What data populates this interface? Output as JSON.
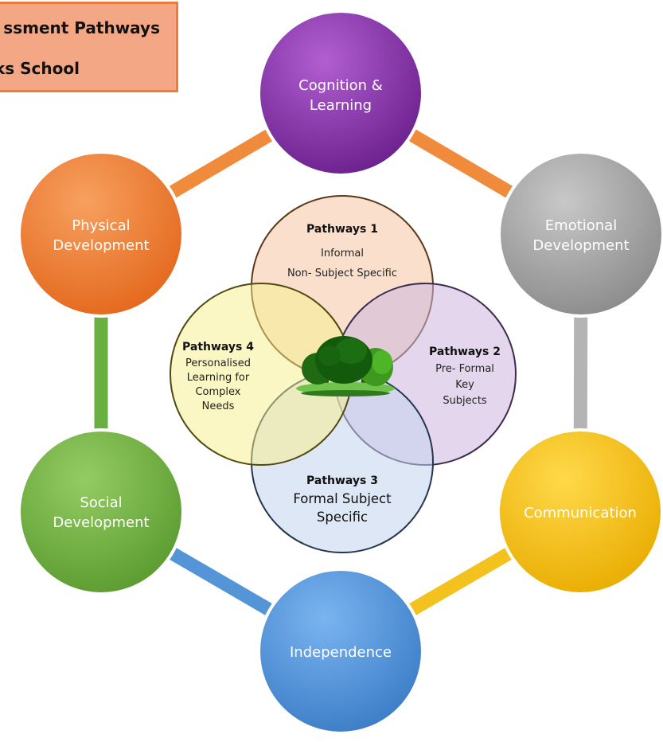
{
  "title": {
    "line1": "ssment Pathways",
    "line2": "ks School"
  },
  "outer_nodes": [
    {
      "lines": [
        "Cognition &",
        "Learning"
      ],
      "color": "#7a2b9c"
    },
    {
      "lines": [
        "Emotional",
        "Development"
      ],
      "color": "#9b9b9b"
    },
    {
      "lines": [
        "Communication"
      ],
      "color": "#f0bb10"
    },
    {
      "lines": [
        "Independence"
      ],
      "color": "#4a8fd6"
    },
    {
      "lines": [
        "Social",
        "Development"
      ],
      "color": "#6aa93b"
    },
    {
      "lines": [
        "Physical",
        "Development"
      ],
      "color": "#ee7a2e"
    }
  ],
  "pathways": [
    {
      "title": "Pathways 1",
      "lines": [
        "Informal",
        "Non- Subject Specific"
      ],
      "color": "#f6c7a2"
    },
    {
      "title": "Pathways 2",
      "lines": [
        "Pre- Formal",
        "Key",
        "Subjects"
      ],
      "color": "#cdb6df"
    },
    {
      "title": "Pathways 3",
      "lines": [
        "Formal Subject",
        "Specific"
      ],
      "color": "#c3d3ec"
    },
    {
      "title": "Pathways 4",
      "lines": [
        "Personalised",
        "Learning for",
        "Complex",
        "Needs"
      ],
      "color": "#f7f08a"
    }
  ],
  "center_icon": "tree-icon"
}
